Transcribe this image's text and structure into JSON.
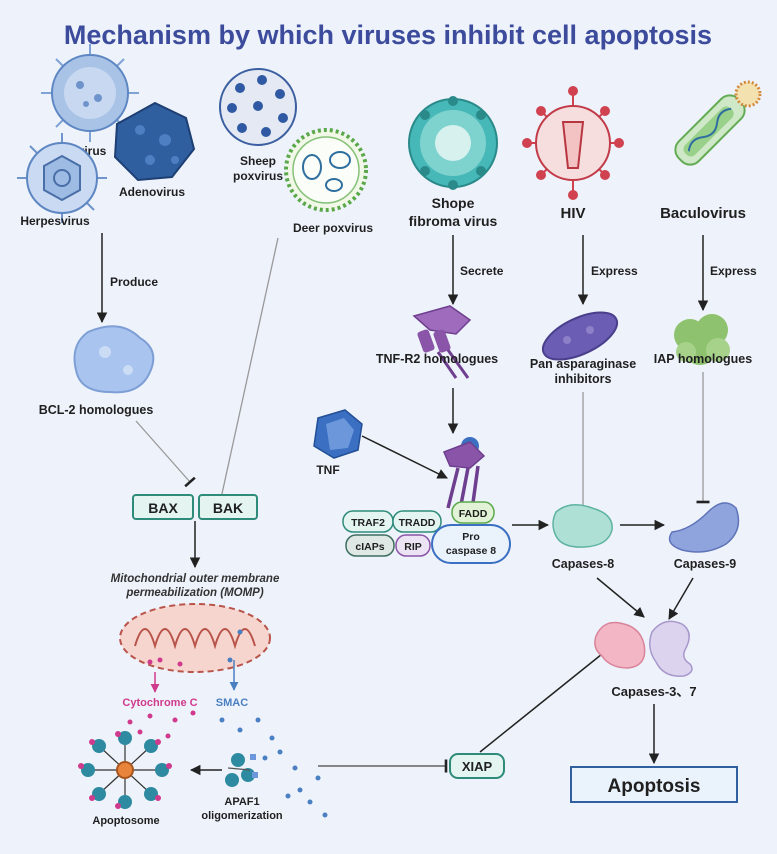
{
  "title": "Mechanism by which viruses inhibit cell apoptosis",
  "viruses": {
    "eb": "EB virus",
    "adeno": "Adenovirus",
    "herpes": "Herpesvirus",
    "sheep_line1": "Sheep",
    "sheep_line2": "poxvirus",
    "deer": "Deer poxvirus",
    "shope_line1": "Shope",
    "shope_line2": "fibroma virus",
    "hiv": "HIV",
    "baculo": "Baculovirus"
  },
  "arrows": {
    "produce": "Produce",
    "secrete": "Secrete",
    "express_hiv": "Express",
    "express_baculo": "Express"
  },
  "proteins": {
    "bcl2": "BCL-2  homologues",
    "tnfr2": "TNF-R2  homologues",
    "pan_line1": "Pan asparaginase",
    "pan_line2": "inhibitors",
    "iap": "IAP homologues",
    "tnf": "TNF"
  },
  "boxes": {
    "bax": "BAX",
    "bak": "BAK",
    "xiap": "XIAP",
    "apoptosis": "Apoptosis"
  },
  "momp": {
    "line1": "Mitochondrial outer membrane",
    "line2": "permeabilization (MOMP)"
  },
  "complex": {
    "traf2": "TRAF2",
    "tradd": "TRADD",
    "fadd": "FADD",
    "ciaps": "cIAPs",
    "rip": "RIP",
    "pro_line1": "Pro",
    "pro_line2": "caspase 8"
  },
  "caspases": {
    "c8": "Capases-8",
    "c9": "Capases-9",
    "c37": "Capases-3、7"
  },
  "mito": {
    "cytc": "Cytochrome C",
    "smac": "SMAC",
    "apoptosome": "Apoptosome",
    "apaf_line1": "APAF1",
    "apaf_line2": "oligomerization"
  },
  "colors": {
    "title": "#3c4b9c",
    "box_fill": "#e3f4f1",
    "box_stroke": "#2e8b7a",
    "cytc": "#d03a8c",
    "smac": "#4a7fc1",
    "background": "#eef3fb"
  }
}
